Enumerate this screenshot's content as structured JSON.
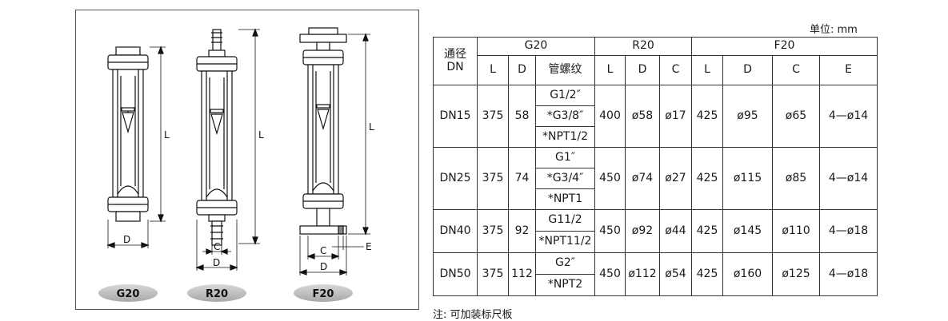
{
  "unit": "单位: mm",
  "note": "注: 可加装标尺板",
  "figure": {
    "models": [
      "G20",
      "R20",
      "F20"
    ],
    "dim_L": "L",
    "dim_D": "D",
    "dim_C": "C",
    "dim_E": "E"
  },
  "table": {
    "header": {
      "dn_label_1": "通径",
      "dn_label_2": "DN",
      "groups": [
        "G20",
        "R20",
        "F20"
      ],
      "g20_cols": [
        "L",
        "D",
        "管螺纹"
      ],
      "r20_cols": [
        "L",
        "D",
        "C"
      ],
      "f20_cols": [
        "L",
        "D",
        "C",
        "E"
      ]
    },
    "rows": [
      {
        "dn": "DN15",
        "g_l": "375",
        "g_d": "58",
        "threads": [
          "G1/2″",
          "*G3/8″",
          "*NPT1/2"
        ],
        "r_l": "400",
        "r_d": "ø58",
        "r_c": "ø17",
        "f_l": "425",
        "f_d": "ø95",
        "f_c": "ø65",
        "f_e": "4—ø14"
      },
      {
        "dn": "DN25",
        "g_l": "375",
        "g_d": "74",
        "threads": [
          "G1″",
          "*G3/4″",
          "*NPT1"
        ],
        "r_l": "450",
        "r_d": "ø74",
        "r_c": "ø27",
        "f_l": "425",
        "f_d": "ø115",
        "f_c": "ø85",
        "f_e": "4—ø14"
      },
      {
        "dn": "DN40",
        "g_l": "375",
        "g_d": "92",
        "threads": [
          "G11/2",
          "*NPT11/2"
        ],
        "r_l": "450",
        "r_d": "ø92",
        "r_c": "ø44",
        "f_l": "425",
        "f_d": "ø145",
        "f_c": "ø110",
        "f_e": "4—ø18"
      },
      {
        "dn": "DN50",
        "g_l": "375",
        "g_d": "112",
        "threads": [
          "G2″",
          "*NPT2"
        ],
        "r_l": "450",
        "r_d": "ø112",
        "r_c": "ø54",
        "f_l": "425",
        "f_d": "ø160",
        "f_c": "ø125",
        "f_e": "4—ø18"
      }
    ]
  }
}
